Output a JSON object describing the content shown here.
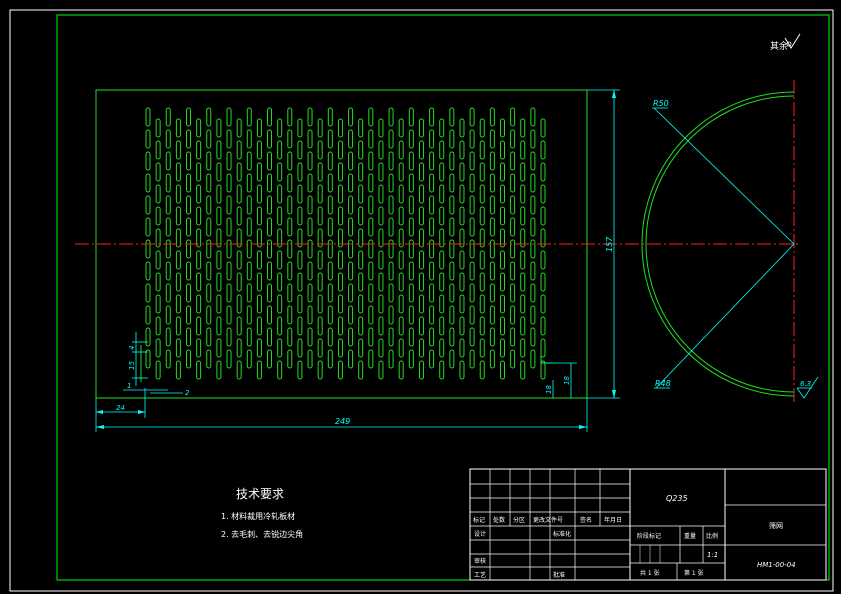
{
  "colors": {
    "background": "#000000",
    "frame": "#ffffff",
    "border": "#00ff00",
    "slots": "#22dd22",
    "dimension": "#00ffff",
    "centerline": "#ff2020",
    "table": "#ffffff",
    "arc": "#22dd22"
  },
  "dimensions": {
    "total_width": "249",
    "height": "157",
    "left_offset": "24",
    "slot_gap": "1",
    "slot_width": "2",
    "pitch_v1": "4",
    "pitch_v2": "15",
    "bottom_h1": "18",
    "bottom_h2": "18"
  },
  "arc_labels": {
    "outer_radius": "R50",
    "inner_radius": "R48"
  },
  "surface": {
    "corner_mark": "其余",
    "roughness": "6.3"
  },
  "tech_requirements": {
    "title": "技术要求",
    "items": [
      "1.  材料裁用冷轧板材",
      "2.  去毛刺、去锐边尖角"
    ]
  },
  "title_block": {
    "material": "Q235",
    "part_name": "筛网",
    "drawing_no": "HM1-00-04",
    "scale": "1:1",
    "headers": [
      "标记",
      "处数",
      "分区",
      "更改文件号",
      "签名",
      "年月日"
    ],
    "designer": "设计",
    "standardize": "标准化",
    "review": "审核",
    "process": "工艺",
    "approve": "批准",
    "stage_mark": "阶段标记",
    "weight": "重量",
    "scale_label": "比例",
    "sheets_total": "共 1 张",
    "sheet_no": "第 1 张"
  }
}
